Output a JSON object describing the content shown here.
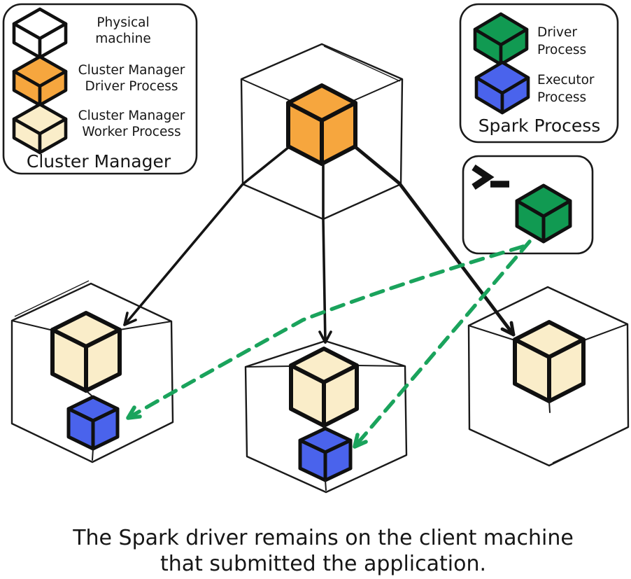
{
  "colors": {
    "background": "#ffffff",
    "ink": "#151515",
    "orange_cube": "#F6A63E",
    "cream_cube": "#FAEDC9",
    "green_cube": "#119A52",
    "blue_cube": "#4A63EC",
    "dashed_link_green": "#1AA35C"
  },
  "legend_cluster_manager": {
    "title": "Cluster Manager",
    "items": [
      {
        "icon": "physical-machine-cube",
        "line1": "Physical",
        "line2": "machine"
      },
      {
        "icon": "cluster-manager-driver-cube",
        "line1": "Cluster Manager",
        "line2": "Driver Process"
      },
      {
        "icon": "cluster-manager-worker-cube",
        "line1": "Cluster Manager",
        "line2": "Worker Process"
      }
    ]
  },
  "legend_spark_process": {
    "title": "Spark Process",
    "items": [
      {
        "icon": "spark-driver-cube",
        "line1": "Driver",
        "line2": "Process"
      },
      {
        "icon": "spark-executor-cube",
        "line1": "Executor",
        "line2": "Process"
      }
    ]
  },
  "client_machine": {
    "icon": "terminal-prompt-icon",
    "process_cube": "spark-driver-cube"
  },
  "nodes": {
    "cluster_manager_machine": {
      "contains": [
        "cluster-manager-driver-process"
      ]
    },
    "worker_machine_1": {
      "contains": [
        "cluster-manager-worker-process",
        "spark-executor-process"
      ]
    },
    "worker_machine_2": {
      "contains": [
        "cluster-manager-worker-process",
        "spark-executor-process"
      ]
    },
    "worker_machine_3": {
      "contains": [
        "cluster-manager-worker-process"
      ]
    }
  },
  "connections": [
    {
      "from": "cluster-manager-driver",
      "to": "worker-machine-1",
      "style": "solid-black-arrow"
    },
    {
      "from": "cluster-manager-driver",
      "to": "worker-machine-2",
      "style": "solid-black-arrow"
    },
    {
      "from": "cluster-manager-driver",
      "to": "worker-machine-3",
      "style": "solid-black-arrow"
    },
    {
      "from": "client-spark-driver",
      "to": "worker-1-executor",
      "style": "green-dashed-arrow"
    },
    {
      "from": "client-spark-driver",
      "to": "worker-2-executor",
      "style": "green-dashed-arrow"
    }
  ],
  "caption": {
    "line1": "The Spark driver remains on the client machine",
    "line2": "that submitted the application."
  }
}
